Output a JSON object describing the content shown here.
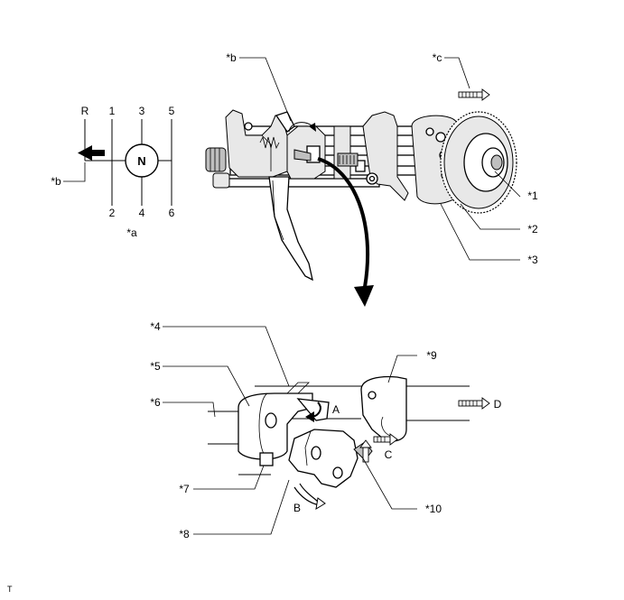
{
  "shift_pattern": {
    "positions": [
      "R",
      "1",
      "3",
      "5",
      "2",
      "4",
      "6"
    ],
    "neutral": "N",
    "callout": "*b",
    "label": "*a"
  },
  "callouts": [
    "*b",
    "*c",
    "*1",
    "*2",
    "*3",
    "*4",
    "*5",
    "*6",
    "*7",
    "*8",
    "*9",
    "*10"
  ],
  "arrow_letters": [
    "A",
    "B",
    "C",
    "D"
  ],
  "footer_mark": "T"
}
